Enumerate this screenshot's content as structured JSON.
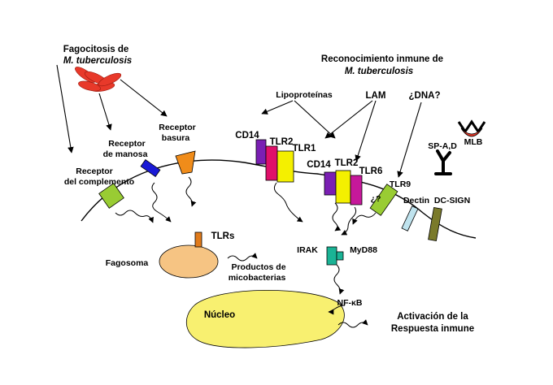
{
  "phagocytosis": {
    "line1": "Fagocitosis de",
    "line2": "M. tuberculosis"
  },
  "recognition": {
    "line1": "Reconocimiento inmune de",
    "line2": "M. tuberculosis"
  },
  "ligands": {
    "lipoproteins": "Lipoproteínas",
    "lam": "LAM",
    "dna": "¿DNA?"
  },
  "receptors": {
    "complement_1": "Receptor",
    "complement_2": "del complemento",
    "mannose_1": "Receptor",
    "mannose_2": "de manosa",
    "scavenger_1": "Receptor",
    "scavenger_2": "basura",
    "tlrs": "TLRs",
    "cd14_a": "CD14",
    "tlr2_a": "TLR2",
    "tlr1": "TLR1",
    "cd14_b": "CD14",
    "tlr2_b": "TLR2",
    "tlr6": "TLR6",
    "unknown": "¿?",
    "tlr9": "TLR9",
    "dectin": "Dectin",
    "dcsign": "DC-SIGN",
    "spad": "SP-A,D",
    "mlb": "MLB"
  },
  "signaling": {
    "irak": "IRAK",
    "myd88": "MyD88",
    "nfkb": "NF-κB"
  },
  "compartments": {
    "phagosome": "Fagosoma",
    "nucleus": "Núcleo",
    "products_1": "Productos de",
    "products_2": "micobacterias"
  },
  "response": {
    "line1": "Activación de la",
    "line2": "Respuesta inmune"
  },
  "colors": {
    "bacteria": "#e8392a",
    "complement": "#99cc33",
    "mannose": "#1a1ad6",
    "scavenger": "#f08c1a",
    "cd14": "#7a1fb3",
    "tlr2": "#e0106a",
    "tlr1": "#f4f000",
    "tlr6": "#c6189a",
    "tlr9": "#99cc33",
    "dectin": "#bfe3ee",
    "dcsign": "#7a7a2a",
    "myd88": "#1ab395",
    "nucleus": "#f8f070",
    "phagosome": "#f6c483",
    "mlb": "#e8392a"
  }
}
